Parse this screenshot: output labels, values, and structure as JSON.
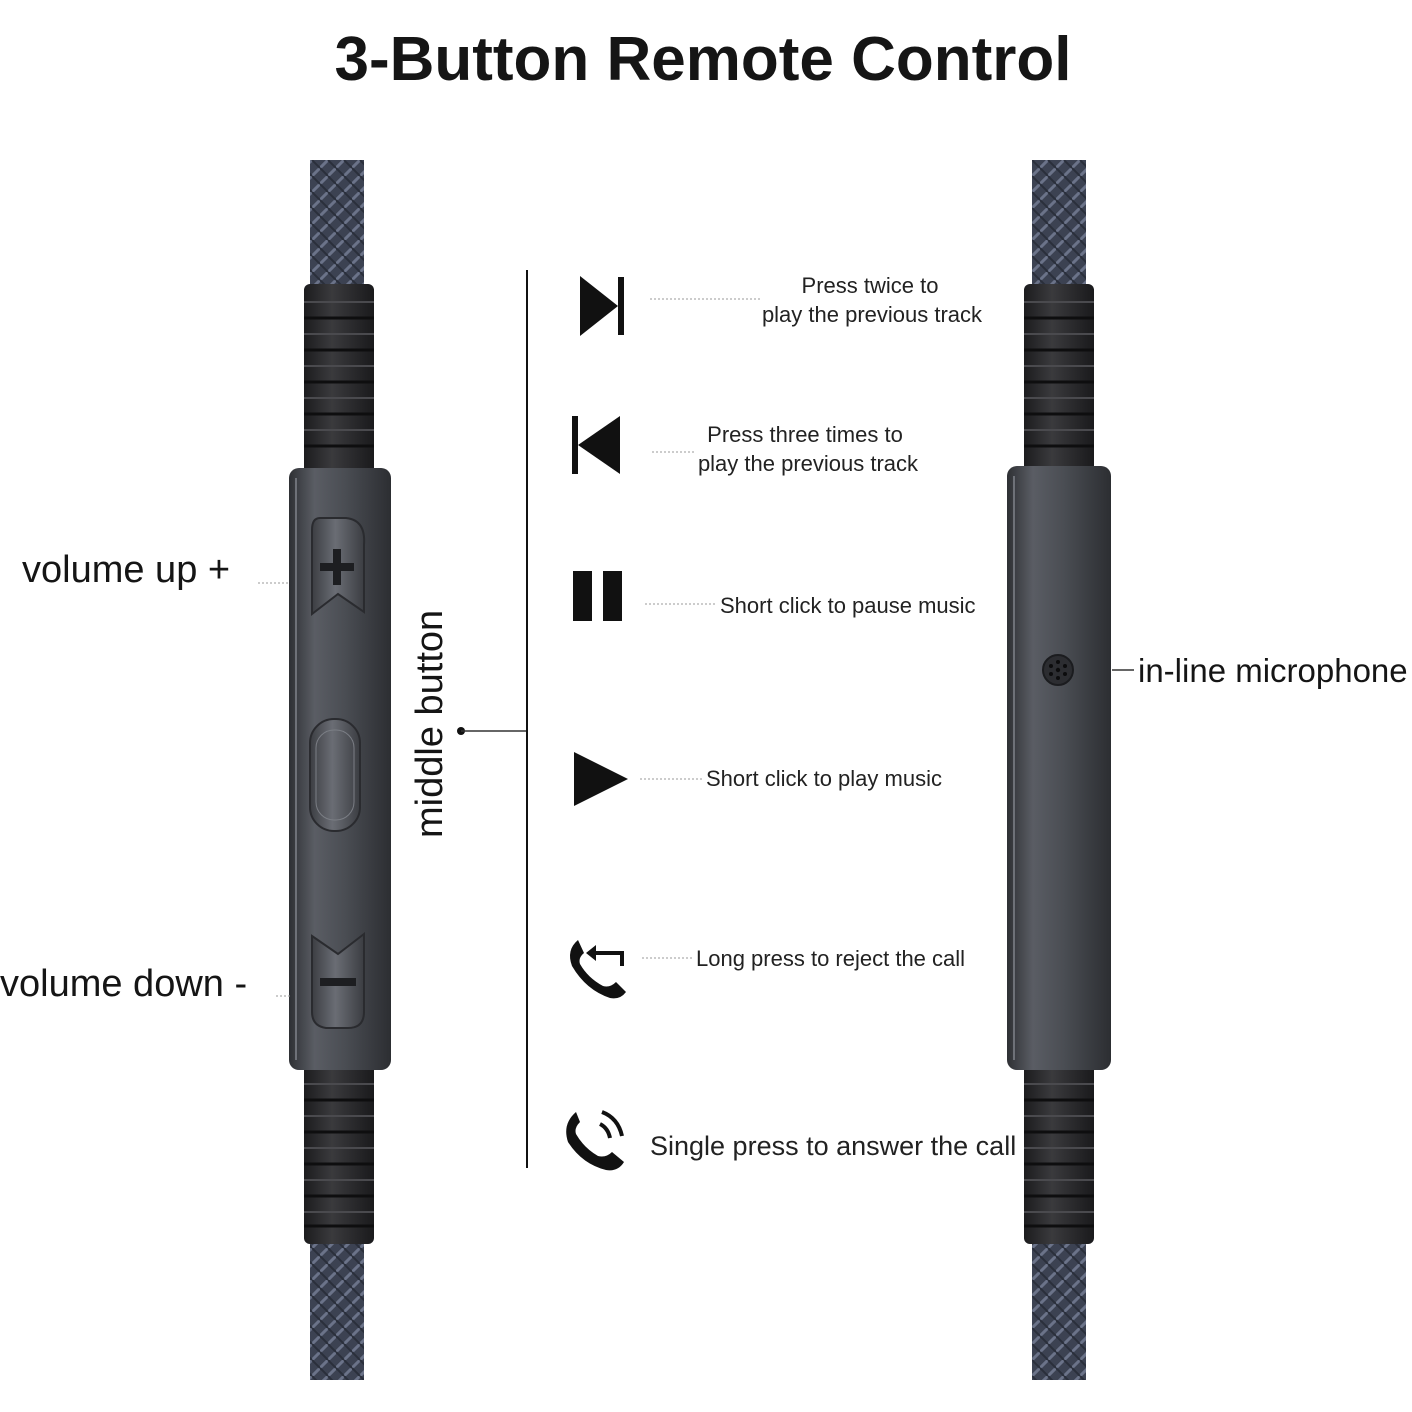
{
  "title": "3-Button Remote Control",
  "left_labels": {
    "volume_up": "volume up +",
    "volume_down": "volume down -",
    "middle_button": "middle button"
  },
  "right_labels": {
    "microphone": "in-line microphone"
  },
  "functions": [
    {
      "icon": "next-track-icon",
      "lines": [
        "Press twice to",
        "play the previous track"
      ]
    },
    {
      "icon": "previous-track-icon",
      "lines": [
        "Press three times to",
        "play the previous track"
      ]
    },
    {
      "icon": "pause-icon",
      "lines": [
        "Short click to pause music"
      ]
    },
    {
      "icon": "play-icon",
      "lines": [
        "Short click to play music"
      ]
    },
    {
      "icon": "reject-call-icon",
      "lines": [
        "Long press to reject the call"
      ]
    },
    {
      "icon": "answer-call-icon",
      "lines": [
        "Single press to answer the call"
      ]
    }
  ],
  "colors": {
    "cable_braid": "#3c4252",
    "strain_relief": "#2b2b2d",
    "remote_body": "#4a4c52",
    "text": "#151515"
  }
}
